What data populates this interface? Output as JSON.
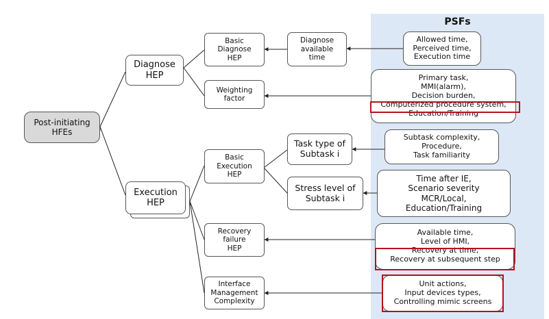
{
  "colors": {
    "panel_bg": "#dde8f6",
    "box_border": "#555555",
    "root_fill": "#d9d9d9",
    "highlight": "#b3121b",
    "arrow": "#222222"
  },
  "panel": {
    "title": "PSFs"
  },
  "root": {
    "label": "Post-initiating\nHFEs"
  },
  "level1": {
    "diagnose": "Diagnose\nHEP",
    "execution": "Execution\nHEP"
  },
  "level2": {
    "basic_diagnose": "Basic\nDiagnose\nHEP",
    "weighting": "Weighting\nfactor",
    "basic_execution": "Basic\nExecution\nHEP",
    "recovery": "Recovery\nfailure\nHEP",
    "interface": "Interface\nManagement\nComplexity"
  },
  "level3": {
    "diagnose_time": "Diagnose\navailable\ntime",
    "task_type": "Task type of\nSubtask i",
    "stress_level": "Stress level of\nSubtask i"
  },
  "psfs": {
    "time_group": "Allowed time,\nPerceived time,\nExecution time",
    "weighting_pre": "Primary task,\nMMI(alarm),\nDecision burden,",
    "weighting_highlight": "Computerized procedure system,",
    "weighting_post": "Education/Training",
    "task_group": "Subtask complexity,\nProcedure,\nTask familiarity",
    "stress_group": "Time after IE,\nScenario severity\nMCR/Local,\nEducation/Training",
    "recovery_pre": "Available time,\nLevel of HMI,",
    "recovery_highlight": "Recovery at time,\nRecovery at subsequent step",
    "interface_group": "Unit actions,\nInput devices types,\nControlling mimic screens"
  }
}
